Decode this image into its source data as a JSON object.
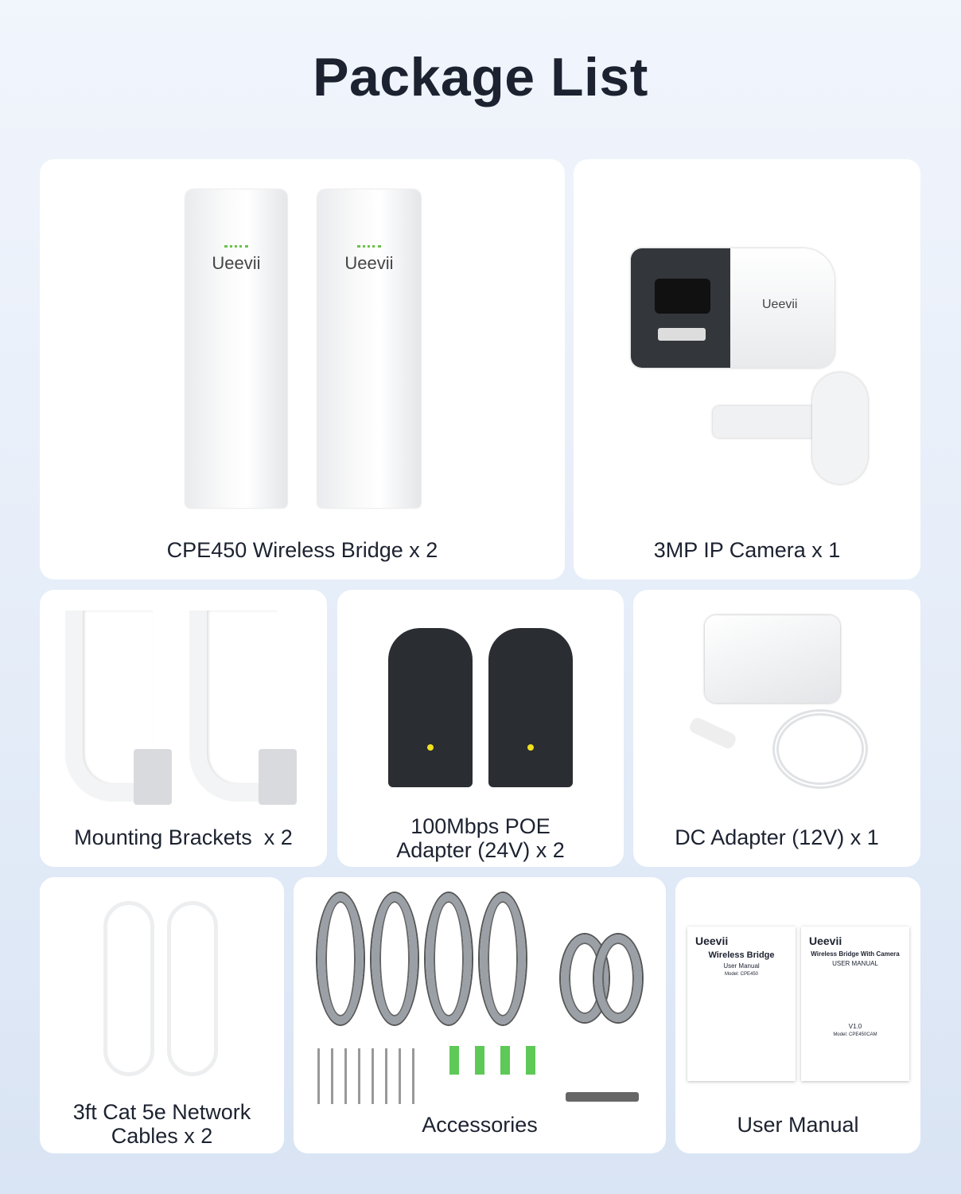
{
  "title": "Package List",
  "items": [
    {
      "label": "CPE450 Wireless Bridge x 2",
      "brand": "Ueevii"
    },
    {
      "label": "3MP IP Camera x 1",
      "brand": "Ueevii"
    },
    {
      "label": "Mounting Brackets  x 2"
    },
    {
      "label": "100Mbps POE Adapter (24V) x 2"
    },
    {
      "label": "DC Adapter (12V) x 1"
    },
    {
      "label": "3ft Cat 5e Network Cables x 2"
    },
    {
      "label": "Accessories"
    },
    {
      "label": "User Manual"
    }
  ],
  "manuals": [
    {
      "brand": "Ueevii",
      "title": "Wireless Bridge",
      "subtitle": "User Manual",
      "model": "Model: CPE450"
    },
    {
      "brand": "Ueevii",
      "title": "Wireless Bridge With Camera",
      "subtitle": "USER MANUAL",
      "version": "V1.0",
      "model": "Model: CPE450CAM"
    }
  ],
  "colors": {
    "brand_green": "#6cc24a",
    "text": "#1c2230"
  }
}
